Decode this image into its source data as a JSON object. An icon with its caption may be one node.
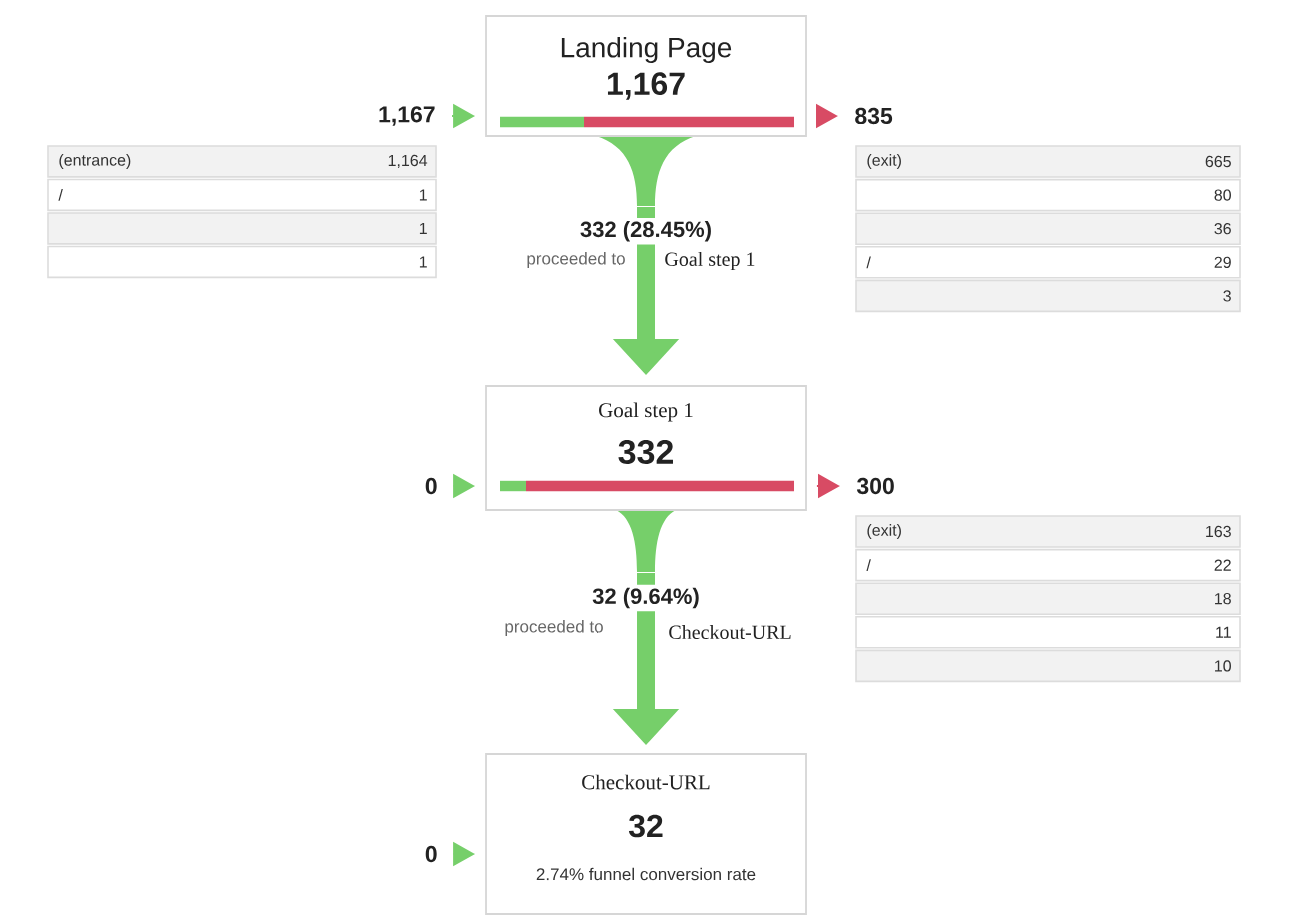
{
  "diagram": {
    "nodes": [
      {
        "text": [
          "Landing Page",
          "1,167"
        ]
      },
      {
        "text": [
          "Goal step 1",
          "332"
        ]
      },
      {
        "text": [
          "Checkout-URL",
          "32",
          "2.74% funnel conversion rate"
        ]
      },
      {
        "text": [
          "1,167"
        ]
      },
      {
        "text": [
          "835"
        ]
      },
      {
        "text": [
          "0"
        ]
      },
      {
        "text": [
          "300"
        ]
      },
      {
        "text": [
          "0"
        ]
      }
    ],
    "edges": [
      {
        "from": 3,
        "to": 0,
        "arrow": "to"
      },
      {
        "from": 0,
        "to": 4,
        "arrow": "to",
        "color": "#d84b64"
      },
      {
        "from": 0,
        "to": 1,
        "arrow": "to",
        "label": "332 (28.45%)",
        "style": "thick"
      },
      {
        "from": 5,
        "to": 1,
        "arrow": "to"
      },
      {
        "from": 1,
        "to": 6,
        "arrow": "to",
        "color": "#d84b64"
      },
      {
        "from": 1,
        "to": 2,
        "arrow": "to",
        "label": "32 (9.64%)",
        "style": "thick"
      },
      {
        "from": 7,
        "to": 2,
        "arrow": "to"
      }
    ],
    "labels": [
      "(entrance)",
      "1,164",
      "/",
      "1",
      "1",
      "1",
      "(exit)",
      "665",
      "80",
      "36",
      "/",
      "29",
      "3",
      "proceeded to",
      "Goal step 1",
      "(exit)",
      "163",
      "/",
      "22",
      "18",
      "11",
      "10",
      "proceeded to",
      "Checkout-URL"
    ]
  }
}
